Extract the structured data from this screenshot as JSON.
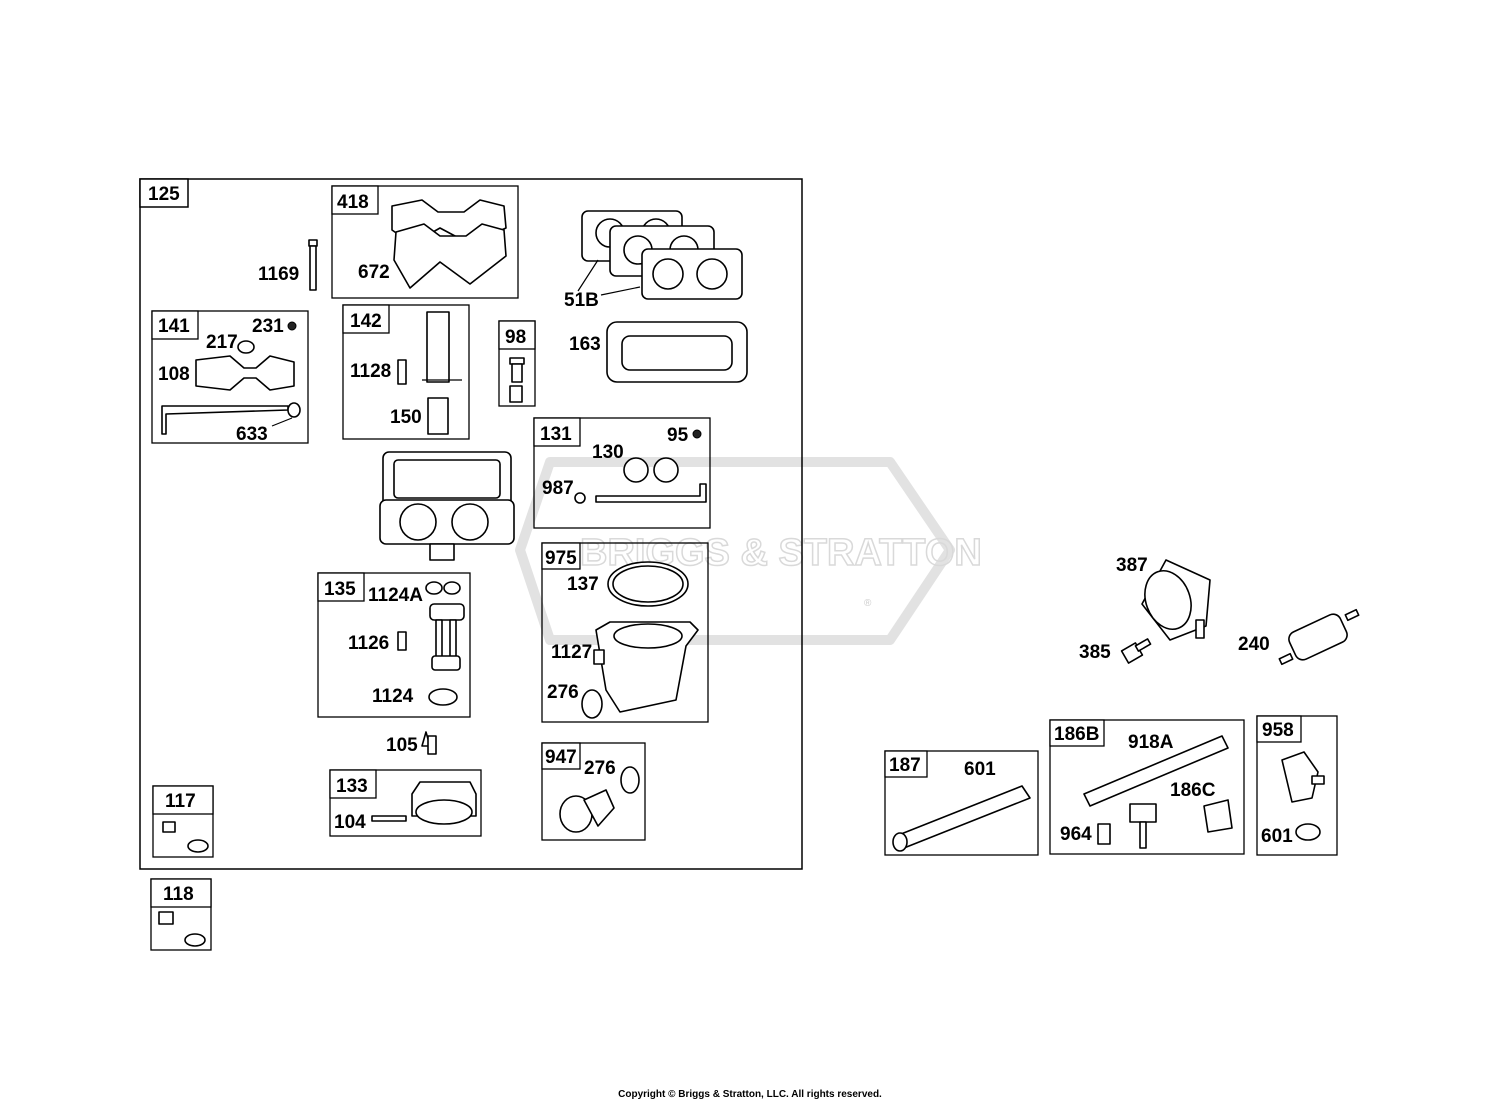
{
  "watermark": {
    "brand": "BRIGGS & STRATTON",
    "mark": "®"
  },
  "copyright": "Copyright © Briggs & Stratton, LLC. All rights reserved.",
  "boxes": {
    "125": "125",
    "418": "418",
    "141": "141",
    "142": "142",
    "98": "98",
    "131": "131",
    "975": "975",
    "135": "135",
    "133": "133",
    "947": "947",
    "117": "117",
    "118": "118",
    "187": "187",
    "186B": "186B",
    "958": "958"
  },
  "labels": {
    "1169": "1169",
    "672": "672",
    "51B": "51B",
    "163": "163",
    "231": "231",
    "217": "217",
    "108": "108",
    "633": "633",
    "1128": "1128",
    "150": "150",
    "130": "130",
    "95": "95",
    "987": "987",
    "137": "137",
    "1127": "1127",
    "276a": "276",
    "1124A": "1124A",
    "1126": "1126",
    "1124": "1124",
    "105": "105",
    "104": "104",
    "276b": "276",
    "387": "387",
    "385": "385",
    "240": "240",
    "601a": "601",
    "918A": "918A",
    "186C": "186C",
    "964": "964",
    "601b": "601"
  }
}
